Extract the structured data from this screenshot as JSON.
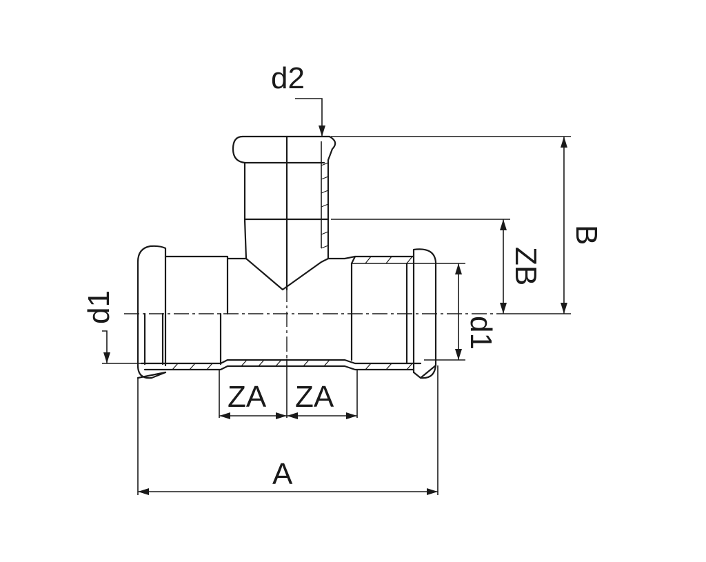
{
  "labels": {
    "d2": "d2",
    "B": "B",
    "ZB": "ZB",
    "d1_left": "d1",
    "d1_right": "d1",
    "ZA_left": "ZA",
    "ZA_right": "ZA",
    "A": "A"
  }
}
